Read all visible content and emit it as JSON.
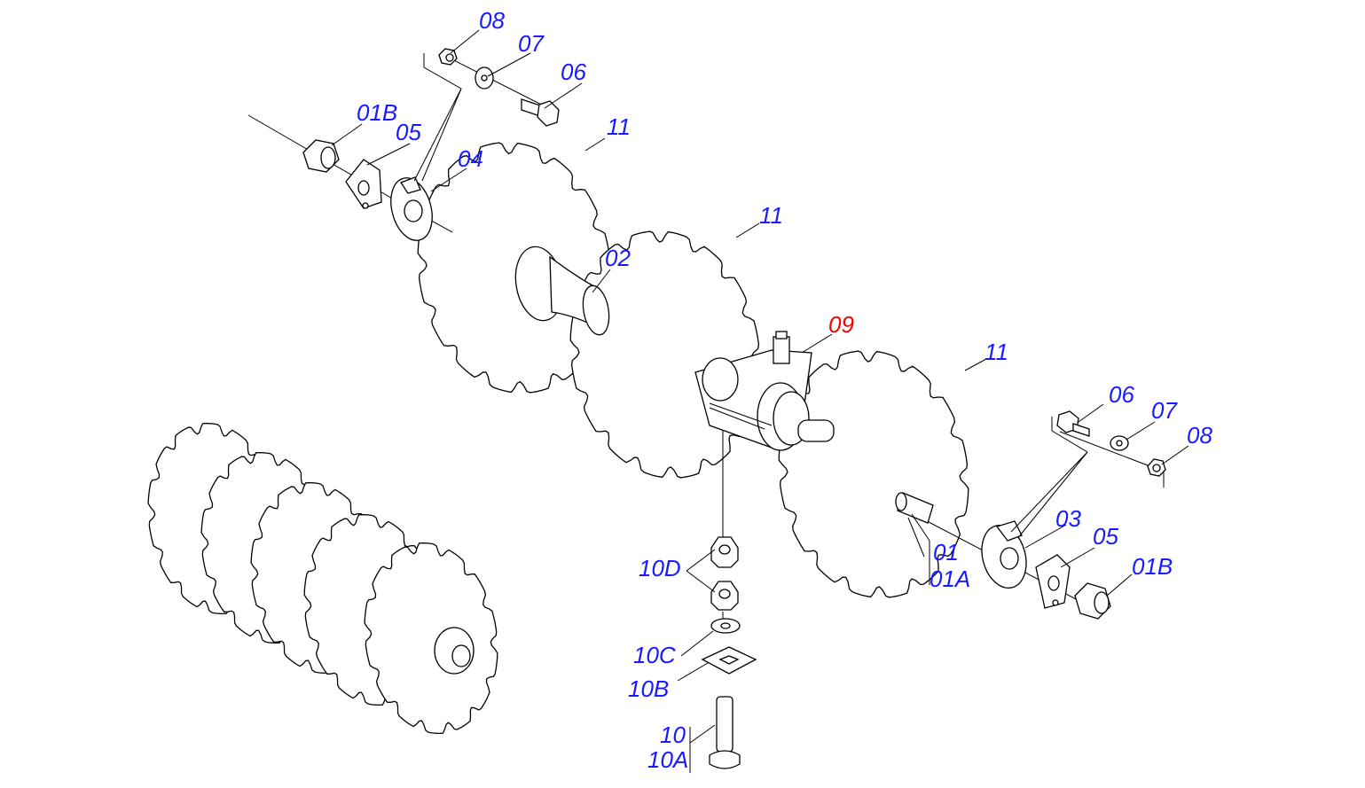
{
  "colors": {
    "label": "#1a1aff",
    "highlight": "#ff0000",
    "line": "#000000"
  },
  "labels": {
    "l08a": "08",
    "l07a": "07",
    "l06a": "06",
    "l01Ba": "01B",
    "l05a": "05",
    "l04": "04",
    "l11a": "11",
    "l02": "02",
    "l11b": "11",
    "l09": "09",
    "l11c": "11",
    "l06b": "06",
    "l07b": "07",
    "l08b": "08",
    "l03": "03",
    "l05b": "05",
    "l01Bb": "01B",
    "l01": "01",
    "l01A": "01A",
    "l10D": "10D",
    "l10C": "10C",
    "l10B": "10B",
    "l10": "10",
    "l10A": "10A"
  }
}
